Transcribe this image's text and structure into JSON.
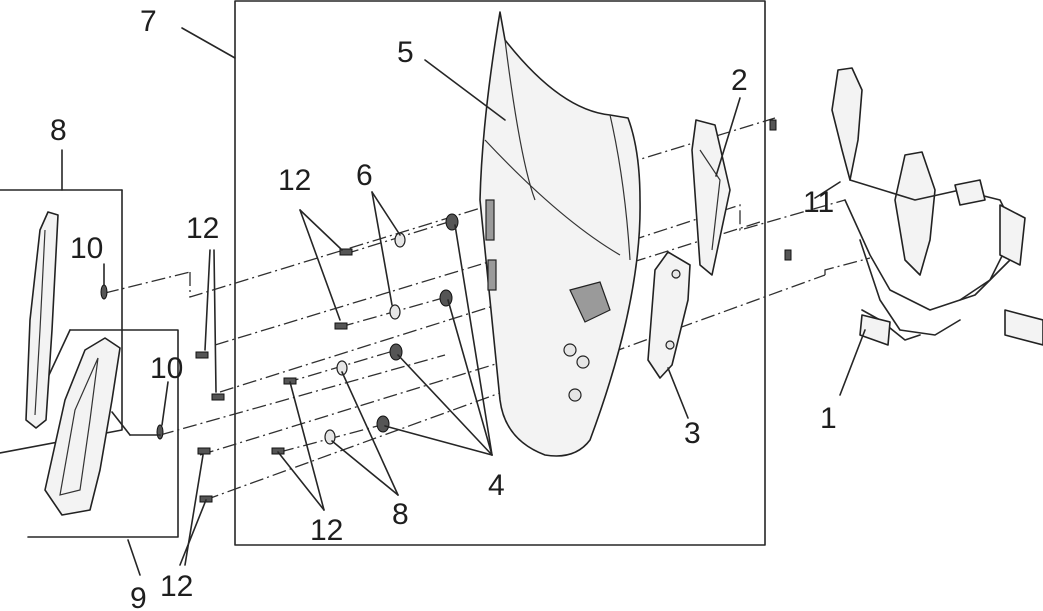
{
  "callouts": {
    "c1": "1",
    "c2": "2",
    "c3": "3",
    "c4": "4",
    "c5": "5",
    "c6": "6",
    "c7": "7",
    "c8_top": "8",
    "c8_bottom": "8",
    "c9": "9",
    "c10_top": "10",
    "c10_bottom": "10",
    "c11": "11",
    "c12_left_upper": "12",
    "c12_mid_upper": "12",
    "c12_mid_lower": "12",
    "c12_left_lower": "12"
  }
}
